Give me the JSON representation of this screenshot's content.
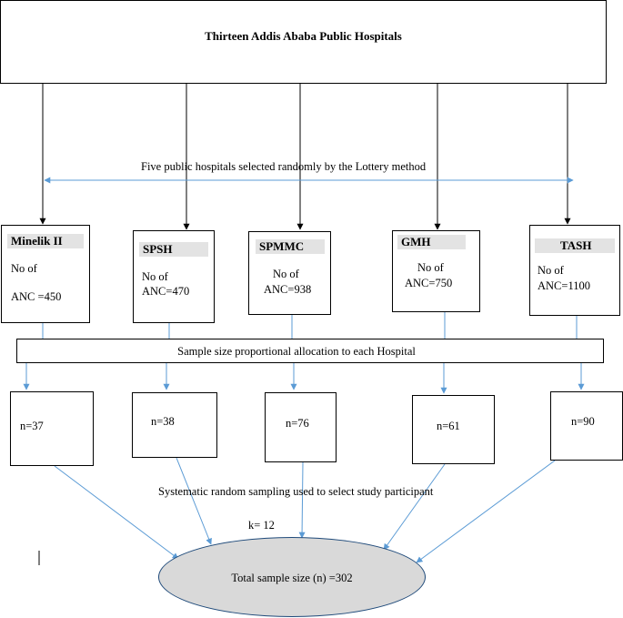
{
  "title": "Thirteen Addis Ababa Public Hospitals",
  "selection_note": "Five public hospitals selected randomly by the Lottery method",
  "allocation_note": "Sample size proportional allocation to each Hospital",
  "systematic_note": "Systematic random sampling used to select study participant",
  "k_label": "k= 12",
  "total_label": "Total sample size (n) =302",
  "hospitals": [
    {
      "name": "Minelik II",
      "anc_line1": "No of",
      "anc_line2": "ANC =450",
      "sample": "n=37"
    },
    {
      "name": "SPSH",
      "anc_line1": "No of",
      "anc_line2": "ANC=470",
      "sample": "n=38"
    },
    {
      "name": "SPMMC",
      "anc_line1": "No of",
      "anc_line2": "ANC=938",
      "sample": "n=76"
    },
    {
      "name": "GMH",
      "anc_line1": "No of",
      "anc_line2": "ANC=750",
      "sample": "n=61"
    },
    {
      "name": "TASH",
      "anc_line1": "No of",
      "anc_line2": "ANC=1100",
      "sample": "n=90"
    }
  ],
  "colors": {
    "blue_arrow": "#5b9bd5",
    "black_arrow": "#000000",
    "header_fill": "#e3e3e3",
    "ellipse_fill": "#d9d9d9"
  }
}
